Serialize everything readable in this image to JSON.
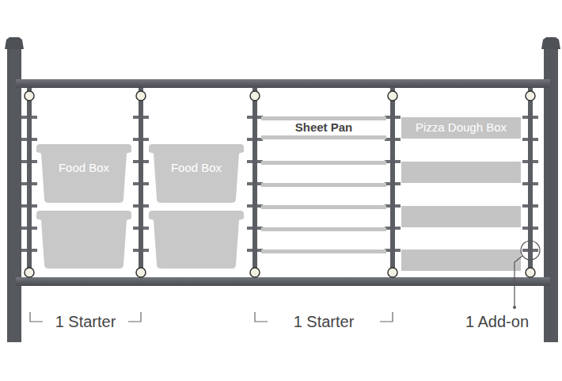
{
  "diagram": {
    "nodes": [
      {
        "text": [
          "Food Box"
        ]
      },
      {
        "text": [
          "Food Box"
        ]
      },
      {
        "text": [
          "Sheet Pan"
        ]
      },
      {
        "text": [
          "Pizza Dough Box"
        ]
      }
    ],
    "labels": [
      "1 Starter",
      "1 Starter",
      "1 Add-on"
    ]
  }
}
